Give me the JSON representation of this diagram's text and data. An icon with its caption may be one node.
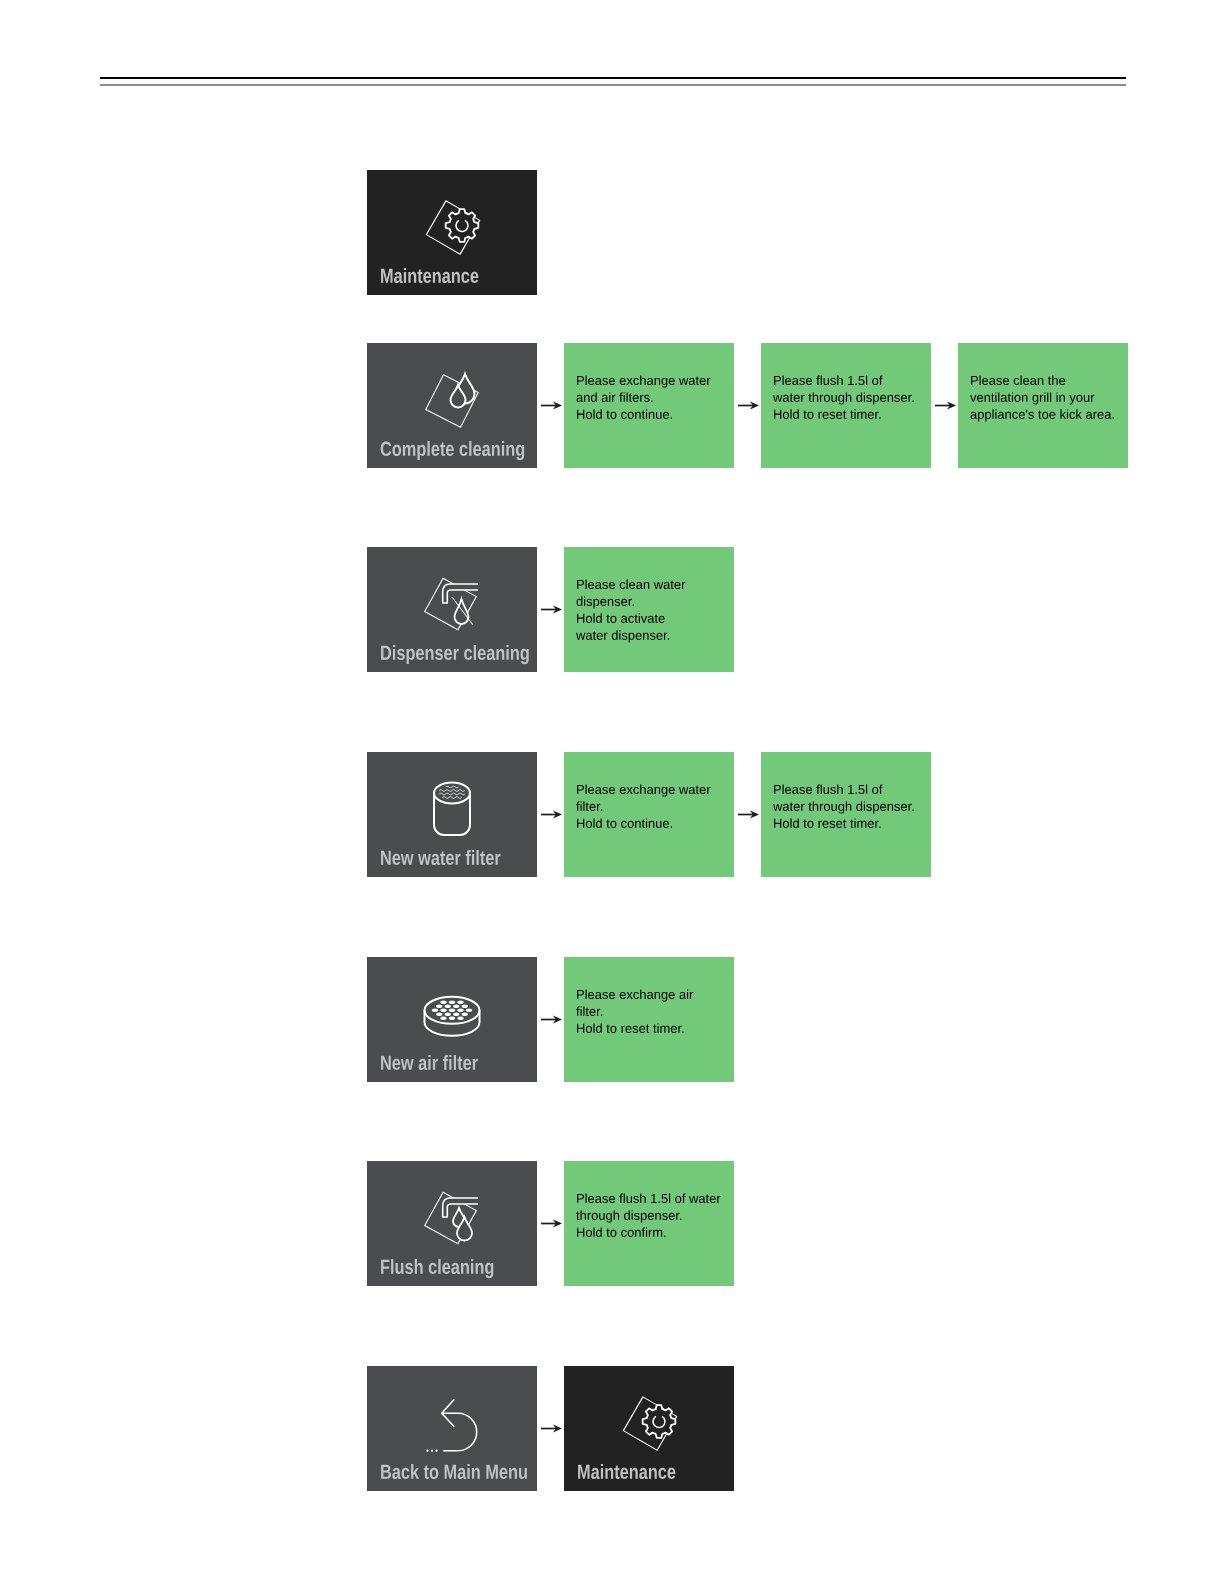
{
  "diagram": {
    "nodes": [
      {
        "text": [
          "Maintenance"
        ]
      },
      {
        "text": [
          "Complete cleaning"
        ]
      },
      {
        "text": [
          "Please exchange water and air filters.",
          "Hold to continue."
        ]
      },
      {
        "text": [
          "Please flush 1.5l of water through dispenser.",
          "Hold to reset timer."
        ]
      },
      {
        "text": [
          "Please clean the ventilation grill in your appliance's toe kick area."
        ]
      },
      {
        "text": [
          "Dispenser cleaning"
        ]
      },
      {
        "text": [
          "Please clean water dispenser.",
          "Hold to activate water dispenser."
        ]
      },
      {
        "text": [
          "New water filter"
        ]
      },
      {
        "text": [
          "Please exchange water filter.",
          "Hold to continue."
        ]
      },
      {
        "text": [
          "Please flush 1.5l of water through dispenser.",
          "Hold to reset timer."
        ]
      },
      {
        "text": [
          "New air filter"
        ]
      },
      {
        "text": [
          "Please exchange air filter.",
          "Hold to reset timer."
        ]
      },
      {
        "text": [
          "Flush cleaning"
        ]
      },
      {
        "text": [
          "Please flush 1.5l of water through dispenser.",
          "Hold to confirm."
        ]
      },
      {
        "text": [
          "Back to Main Menu"
        ]
      },
      {
        "text": [
          "Maintenance"
        ]
      }
    ],
    "edges": [
      {
        "from": 1,
        "to": 2,
        "arrow": "to"
      },
      {
        "from": 2,
        "to": 3,
        "arrow": "to"
      },
      {
        "from": 3,
        "to": 4,
        "arrow": "to"
      },
      {
        "from": 5,
        "to": 6,
        "arrow": "to"
      },
      {
        "from": 7,
        "to": 8,
        "arrow": "to"
      },
      {
        "from": 8,
        "to": 9,
        "arrow": "to"
      },
      {
        "from": 10,
        "to": 11,
        "arrow": "to"
      },
      {
        "from": 12,
        "to": 13,
        "arrow": "to"
      },
      {
        "from": 14,
        "to": 15,
        "arrow": "to"
      }
    ]
  }
}
